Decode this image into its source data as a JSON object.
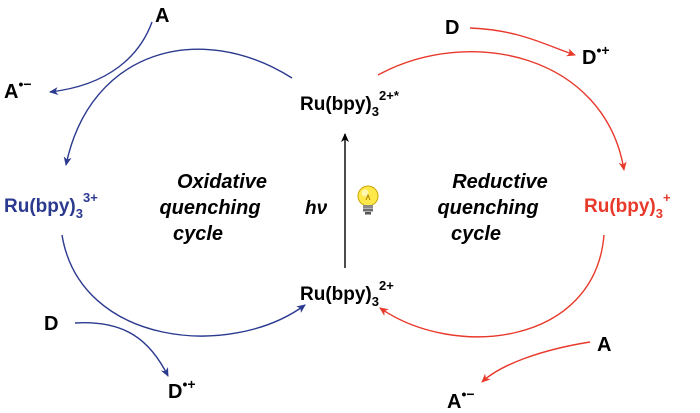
{
  "colors": {
    "oxidative": "#2b3a8f",
    "reductive": "#e8392b",
    "text": "#000000"
  },
  "species": {
    "excited": {
      "base": "Ru(bpy)",
      "sub": "3",
      "sup": "2+*"
    },
    "ground": {
      "base": "Ru(bpy)",
      "sub": "3",
      "sup": "2+"
    },
    "oxidized": {
      "base": "Ru(bpy)",
      "sub": "3",
      "sup": "3+"
    },
    "reduced": {
      "base": "Ru(bpy)",
      "sub": "3",
      "sup": "+"
    }
  },
  "oxidative_cycle": {
    "title_line1": "Oxidative",
    "title_line2": "quenching",
    "title_line3": "cycle",
    "acceptor": "A",
    "acceptor_radical": {
      "base": "A",
      "mark": "•−"
    },
    "donor": "D",
    "donor_radical": {
      "base": "D",
      "mark": "•+"
    }
  },
  "reductive_cycle": {
    "title_line1": "Reductive",
    "title_line2": "quenching",
    "title_line3": "cycle",
    "donor": "D",
    "donor_radical": {
      "base": "D",
      "mark": "•+"
    },
    "acceptor": "A",
    "acceptor_radical": {
      "base": "A",
      "mark": "•−"
    }
  },
  "excitation": {
    "symbol": "hν",
    "icon": "light-bulb-icon"
  }
}
